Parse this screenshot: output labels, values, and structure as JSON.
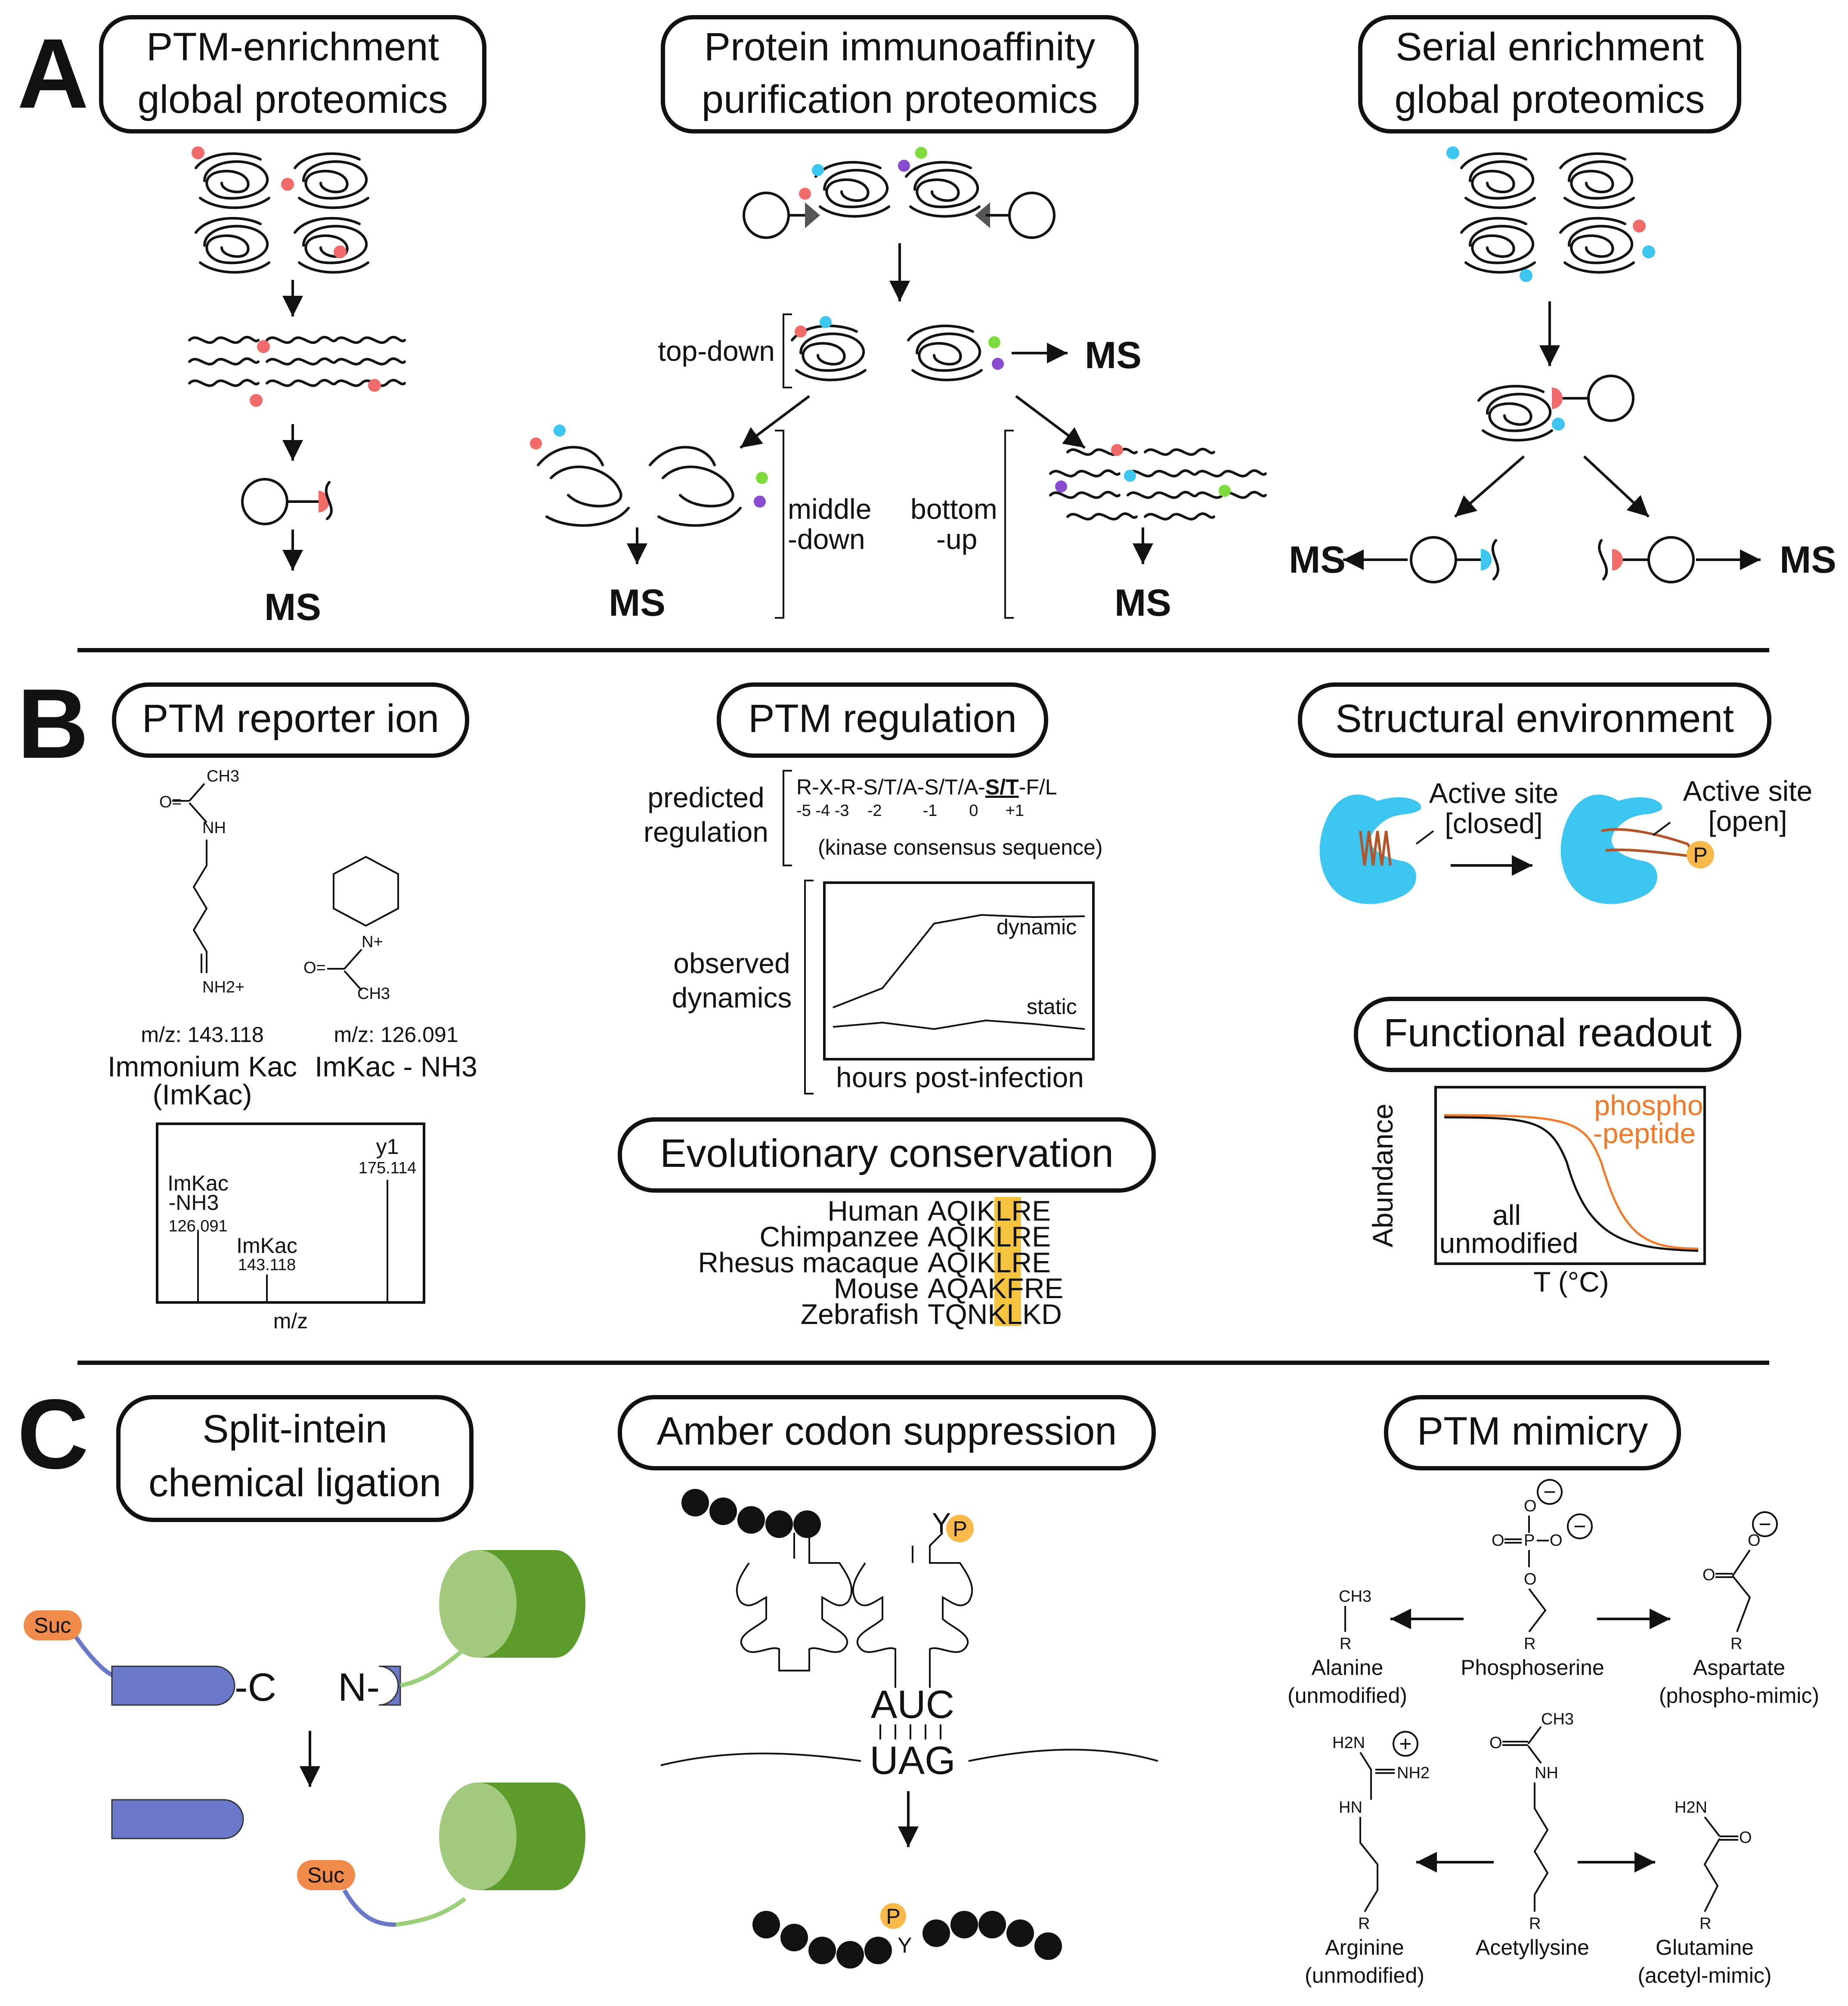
{
  "panels": {
    "a": {
      "letter": "A",
      "col1": {
        "title_1": "PTM-enrichment",
        "title_2": "global proteomics",
        "ms": "MS"
      },
      "col2": {
        "title_1": "Protein immunoaffinity",
        "title_2": "purification proteomics",
        "top_down": "top-down",
        "middle_down_1": "middle",
        "middle_down_2": "-down",
        "bottom_up_1": "bottom",
        "bottom_up_2": "-up",
        "ms": "MS"
      },
      "col3": {
        "title_1": "Serial enrichment",
        "title_2": "global proteomics",
        "ms": "MS"
      }
    },
    "b": {
      "letter": "B",
      "reporter": {
        "title": "PTM reporter ion",
        "ch3": "CH3",
        "o": "O=",
        "nh": "NH",
        "nh2": "NH2+",
        "n_plus": "N+",
        "o2": "O=",
        "ch3b": "CH3",
        "mz1": "m/z: 143.118",
        "name1": "Immonium Kac",
        "abbr1": "(ImKac)",
        "mz2": "m/z: 126.091",
        "name2": "ImKac - NH3",
        "spec": {
          "peak1_a": "ImKac",
          "peak1_b": "-NH3",
          "peak1_v": "126.091",
          "peak2_a": "ImKac",
          "peak2_v": "143.118",
          "peak3_a": "y1",
          "peak3_v": "175.114",
          "xlabel": "m/z"
        }
      },
      "regulation": {
        "title": "PTM regulation",
        "predicted_1": "predicted",
        "predicted_2": "regulation",
        "seq": "R-X-R-S/T/A-S/T/A-",
        "seq_bold": "S/T",
        "seq_end": "-F/L",
        "pos": "-5 -4 -3    -2         -1       0      +1",
        "consensus": "(kinase consensus sequence)",
        "observed_1": "observed",
        "observed_2": "dynamics",
        "dynamic": "dynamic",
        "static": "static",
        "xlabel": "hours post-infection"
      },
      "conservation": {
        "title": "Evolutionary conservation",
        "rows": [
          {
            "species": "Human",
            "seq": "AQIKLRE"
          },
          {
            "species": "Chimpanzee",
            "seq": "AQIKLRE"
          },
          {
            "species": "Rhesus macaque",
            "seq": "AQIKLRE"
          },
          {
            "species": "Mouse",
            "seq": "AQAKFRE"
          },
          {
            "species": "Zebrafish",
            "seq": "TQNKLKD"
          }
        ],
        "highlight": "#f6c33e"
      },
      "structural": {
        "title": "Structural environment",
        "closed_1": "Active site",
        "closed_2": "[closed]",
        "open_1": "Active site",
        "open_2": "[open]",
        "p": "P",
        "protein_color": "#3fc4ee",
        "loop_color": "#b4542a",
        "phospho_color": "#f9b94a"
      },
      "functional": {
        "title": "Functional readout",
        "ylabel": "Abundance",
        "xlabel": "T (°C)",
        "phospho_1": "phospho",
        "phospho_2": "-peptide",
        "all_1": "all",
        "all_2": "unmodified",
        "phospho_color": "#f07a2a"
      }
    },
    "c": {
      "letter": "C",
      "intein": {
        "title_1": "Split-intein",
        "title_2": "chemical ligation",
        "suc": "Suc",
        "c": "-C",
        "n": "N-",
        "suc_color": "#f08a4b",
        "intein_color": "#6b77c9",
        "protein_color": "#5a9b2a"
      },
      "amber": {
        "title": "Amber codon suppression",
        "y": "Y",
        "p": "P",
        "anticodon": "AUC",
        "codon": "UAG"
      },
      "mimicry": {
        "title": "PTM mimicry",
        "alanine": "Alanine",
        "alanine_sub": "(unmodified)",
        "phosphoserine": "Phosphoserine",
        "aspartate": "Aspartate",
        "aspartate_sub": "(phospho-mimic)",
        "arginine": "Arginine",
        "arginine_sub": "(unmodified)",
        "acetyllysine": "Acetyllysine",
        "glutamine": "Glutamine",
        "glutamine_sub": "(acetyl-mimic)",
        "r": "R",
        "ch3": "CH3",
        "o": "O",
        "p": "P",
        "h2n": "H2N",
        "nh2": "NH2",
        "hn": "HN",
        "nh": "NH",
        "minus": "−",
        "plus": "+"
      }
    }
  },
  "colors": {
    "ptm_red": "#f26b6b",
    "ptm_blue": "#3cc6ef",
    "ptm_green": "#7ddc3c",
    "ptm_purple": "#8a4bd0"
  }
}
